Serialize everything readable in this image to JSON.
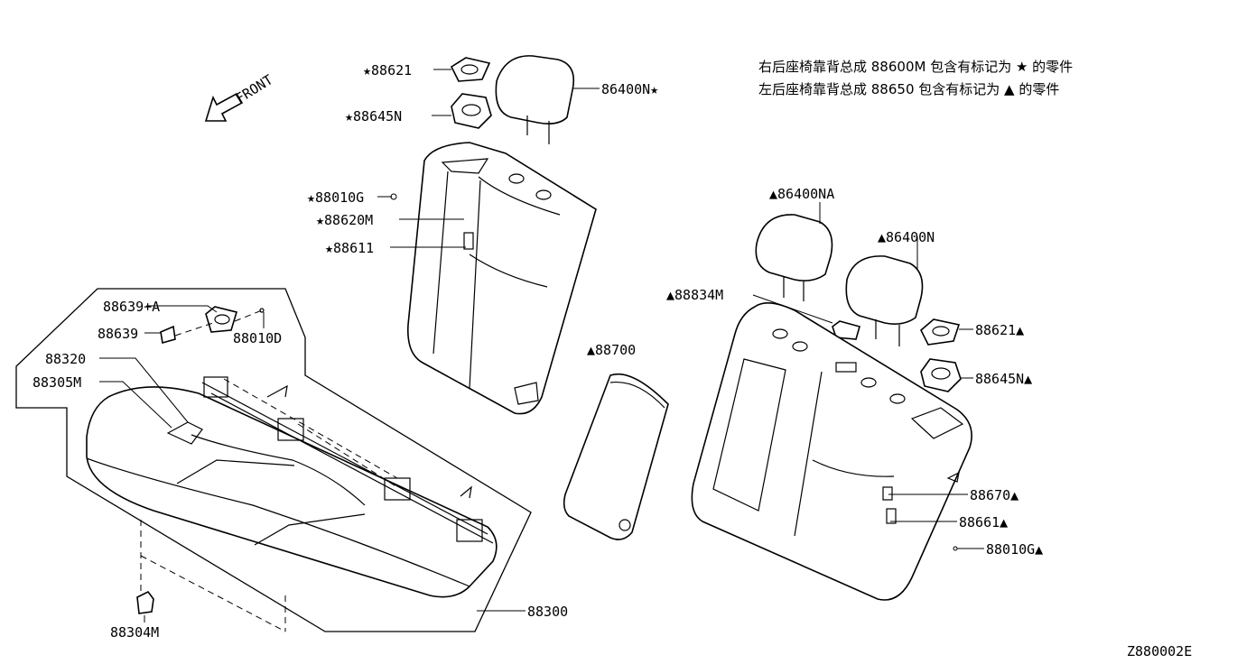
{
  "diagram_code": "Z880002E",
  "direction_label": "FRONT",
  "notes": [
    "右后座椅靠背总成 88600M 包含有标记为 ★ 的零件",
    "左后座椅靠背总成 88650 包含有标记为 ▲ 的零件"
  ],
  "labels": {
    "p88621_star": "★88621",
    "p86400n_star": "86400N★",
    "p88645n_star": "★88645N",
    "p88010g_star": "★88010G",
    "p88620m_star": "★88620M",
    "p88611_star": "★88611",
    "p86400na": "▲86400NA",
    "p86400n_tri": "▲86400N",
    "p88834m": "▲88834M",
    "p88621_tri": "88621▲",
    "p88645n_tri": "88645N▲",
    "p88700": "▲88700",
    "p88670": "88670▲",
    "p88661": "88661▲",
    "p88010g_tri": "88010G▲",
    "p88639a": "88639+A",
    "p88639": "88639",
    "p88010d": "88010D",
    "p88320": "88320",
    "p88305m": "88305M",
    "p88300": "88300",
    "p88304m": "88304M"
  }
}
